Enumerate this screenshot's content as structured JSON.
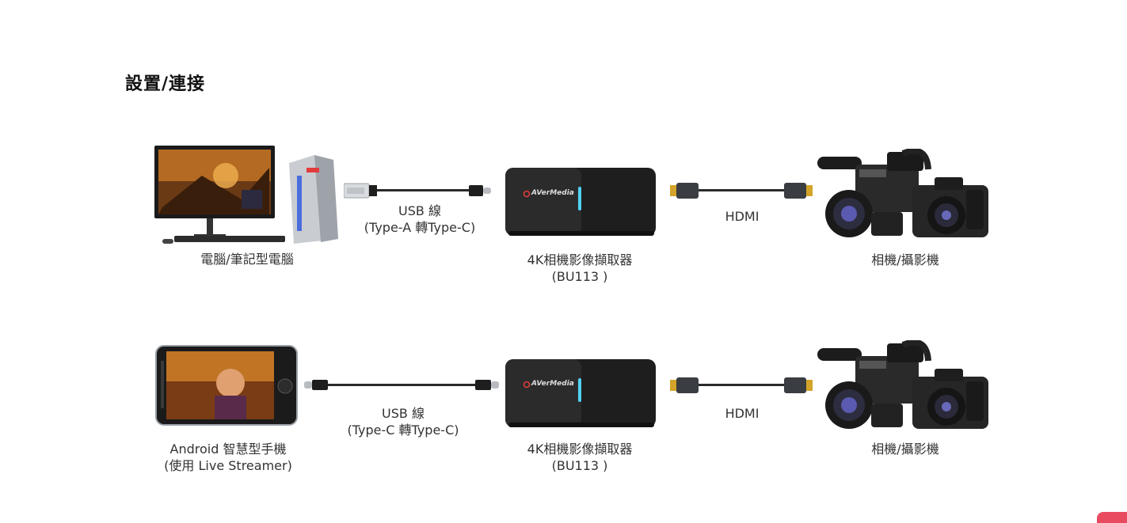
{
  "section": {
    "title": "設置/連接"
  },
  "rows": [
    {
      "source": {
        "label_lines": [
          "電腦/筆記型電腦"
        ]
      },
      "cable": {
        "label_lines": [
          "USB 線",
          "(Type-A 轉Type-C)"
        ]
      },
      "device": {
        "brand": "AVerMedia",
        "label_lines": [
          "4K相機影像擷取器",
          "(BU113 )"
        ]
      },
      "hdmi": {
        "label": "HDMI"
      },
      "camera": {
        "label_lines": [
          "相機/攝影機"
        ]
      }
    },
    {
      "source": {
        "label_lines": [
          "Android 智慧型手機",
          "(使用 Live Streamer)"
        ]
      },
      "cable": {
        "label_lines": [
          "USB 線",
          "(Type-C 轉Type-C)"
        ]
      },
      "device": {
        "brand": "AVerMedia",
        "label_lines": [
          "4K相機影像擷取器",
          "(BU113 )"
        ]
      },
      "hdmi": {
        "label": "HDMI"
      },
      "camera": {
        "label_lines": [
          "相機/攝影機"
        ]
      }
    }
  ],
  "colors": {
    "device_body": "#1e1e1e",
    "led": "#4fd2f5",
    "brand_logo": "#e23b3b",
    "hdmi_plug": "#d4a32a",
    "cable": "#2a2a2a"
  }
}
